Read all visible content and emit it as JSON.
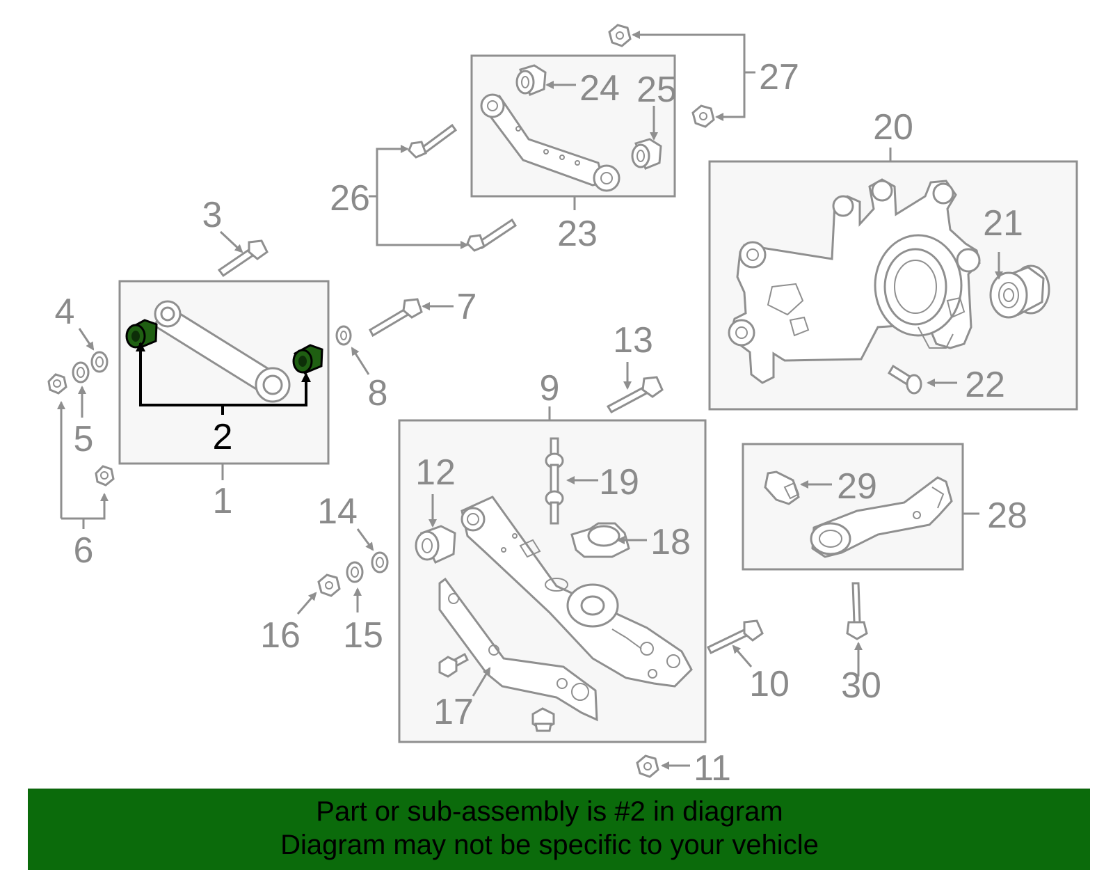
{
  "diagram": {
    "callouts": [
      "1",
      "2",
      "3",
      "4",
      "5",
      "6",
      "7",
      "8",
      "9",
      "10",
      "11",
      "12",
      "13",
      "14",
      "15",
      "16",
      "17",
      "18",
      "19",
      "20",
      "21",
      "22",
      "23",
      "24",
      "25",
      "26",
      "27",
      "28",
      "29",
      "30"
    ],
    "highlight_color": "#1f5f12",
    "banner_color": "#0b6b0b"
  },
  "banner": {
    "line1": "Part or sub-assembly is #2 in diagram",
    "line2": "Diagram may not be specific to your vehicle"
  }
}
